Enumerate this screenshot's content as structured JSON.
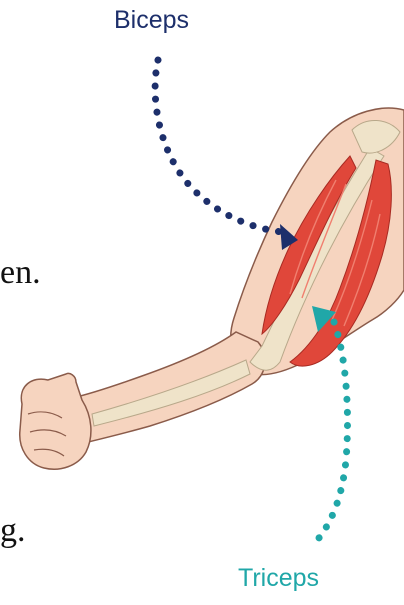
{
  "labels": {
    "biceps": "Biceps",
    "triceps": "Triceps"
  },
  "clipped_text": {
    "line1": "en.",
    "line2": "g."
  },
  "colors": {
    "biceps_label": "#1d2f6b",
    "biceps_arrow": "#1d2f6b",
    "triceps_label": "#20a7a8",
    "triceps_arrow": "#20a7a8",
    "skin": "#f6d4bf",
    "skin_outline": "#8a5b4a",
    "muscle": "#e0473a",
    "bone": "#efe3c9"
  },
  "icons": {
    "biceps_pointer": "arrow-head-down-right",
    "triceps_pointer": "arrow-head-up-left"
  }
}
